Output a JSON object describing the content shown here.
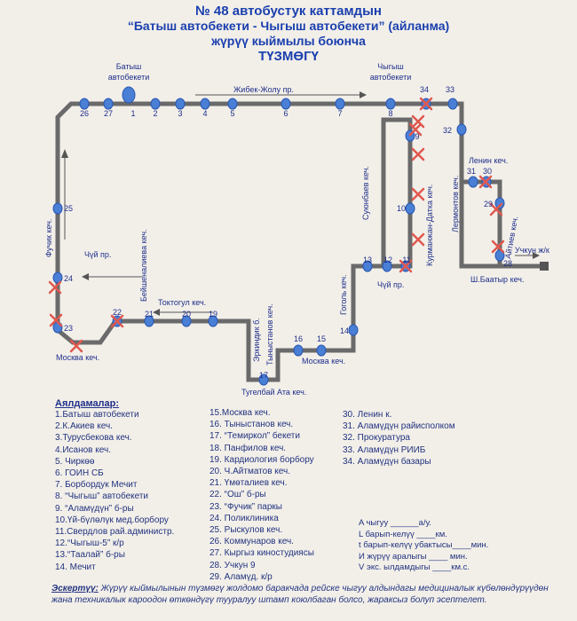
{
  "title": {
    "line1": "№ 48 автобустук каттамдын",
    "line2": "“Батыш автобекети  -  Чыгыш автобекети” (айланма)",
    "line3": "жүрүү кыймылы боюнча",
    "line4": "ТҮЗМӨГҮ"
  },
  "map": {
    "terminals": {
      "west_line1": "Батыш",
      "west_line2": "автобекети",
      "east_line1": "Чыгыш",
      "east_line2": "автобекети",
      "uchkun": "Учкун ж/к"
    },
    "streets": {
      "zhibek_zholu": "Жибек-Жолу пр.",
      "suyunbaev": "Суюнбаев кеч.",
      "kurmanzhan": "Курманжан-Датка кеч.",
      "lermontov": "Лермонтов кеч.",
      "lenin": "Ленин кеч.",
      "aitiev": "Айтиев кеч.",
      "sh_baatyr": "Ш.Баатыр кеч.",
      "chuy_right": "Чүй пр.",
      "chuy_left": "Чүй пр.",
      "fuchik": "Фучик кеч.",
      "beishenalieva": "Бейшеналиева кеч.",
      "toktogul": "Токтогул кеч.",
      "moskva_left": "Москва кеч.",
      "moskva_right": "Москва кеч.",
      "erkindik": "Эркиндик б.",
      "tynystanov": "Тыныстанов кеч.",
      "tugelbai": "Тугелбай Ата кеч.",
      "gogol": "Гоголь кеч."
    },
    "stop_numbers": [
      "1",
      "2",
      "3",
      "4",
      "5",
      "6",
      "7",
      "8",
      "33",
      "34",
      "32",
      "31",
      "30",
      "29",
      "28",
      "9",
      "10",
      "11",
      "12",
      "13",
      "14",
      "15",
      "16",
      "17",
      "19",
      "20",
      "21",
      "22",
      "23",
      "24",
      "25",
      "26",
      "27"
    ]
  },
  "legend": {
    "title": "Аялдамалар:",
    "col1": [
      "1.Батыш автобекети",
      "2.К.Акиев кеч.",
      "3.Турусбекова кеч.",
      "4.Исанов кеч.",
      "5. Чиркөө",
      "6. ГОИН СБ",
      "7. Борбордук Мечит",
      "8. “Чыгыш” автобекети",
      "9. “Аламүдүн” б-ры",
      "10.Үй-бүлөлүк мед.борбору",
      "11.Свердлов рай.администр.",
      "12.“Чыгыш-5” к/р",
      "13.“Таалай” б-ры",
      "14. Мечит"
    ],
    "col2": [
      "15.Москва кеч.",
      "16. Тыныстанов кеч.",
      "17. “Темиркол” бекети",
      "18.  Панфилов кеч.",
      "19. Кардиология борбору",
      "20. Ч.Айтматов кеч.",
      "21. Үмөталиев кеч.",
      "22. “Ош” б-ры",
      "23. “Фучик” паркы",
      "24. Поликлиника",
      "25. Рыскулов кеч.",
      "26. Коммунаров кеч.",
      "27. Кыргыз киностудиясы",
      "28. Учкун 9",
      "29. Аламүд. к/р"
    ],
    "col3": [
      "30. Ленин к.",
      "31. Аламүдүн райисполком",
      "32. Прокуратура",
      "33. Аламүдүн РИИБ",
      "34. Аламүдүн базары"
    ]
  },
  "stats": [
    "A чыгуу ______а/у.",
    "L барып-келүү ____км.",
    "t барып-келүү убактысы____мин.",
    "И жүрүү аралыгы ____   мин.",
    "V экс. ылдамдыгы ____км.с."
  ],
  "note": {
    "label": "Эскертүү:",
    "text": " Жүрүү кыймылынын түзмөгү жолдомо баракчада рейске чыгуу алдындагы медициналык күбөлөндүрүүдөн жана техникалык кароодон өткөндүгү тууралуу штамп коюлбаган болсо, жараксыз болуп эсептелет."
  }
}
